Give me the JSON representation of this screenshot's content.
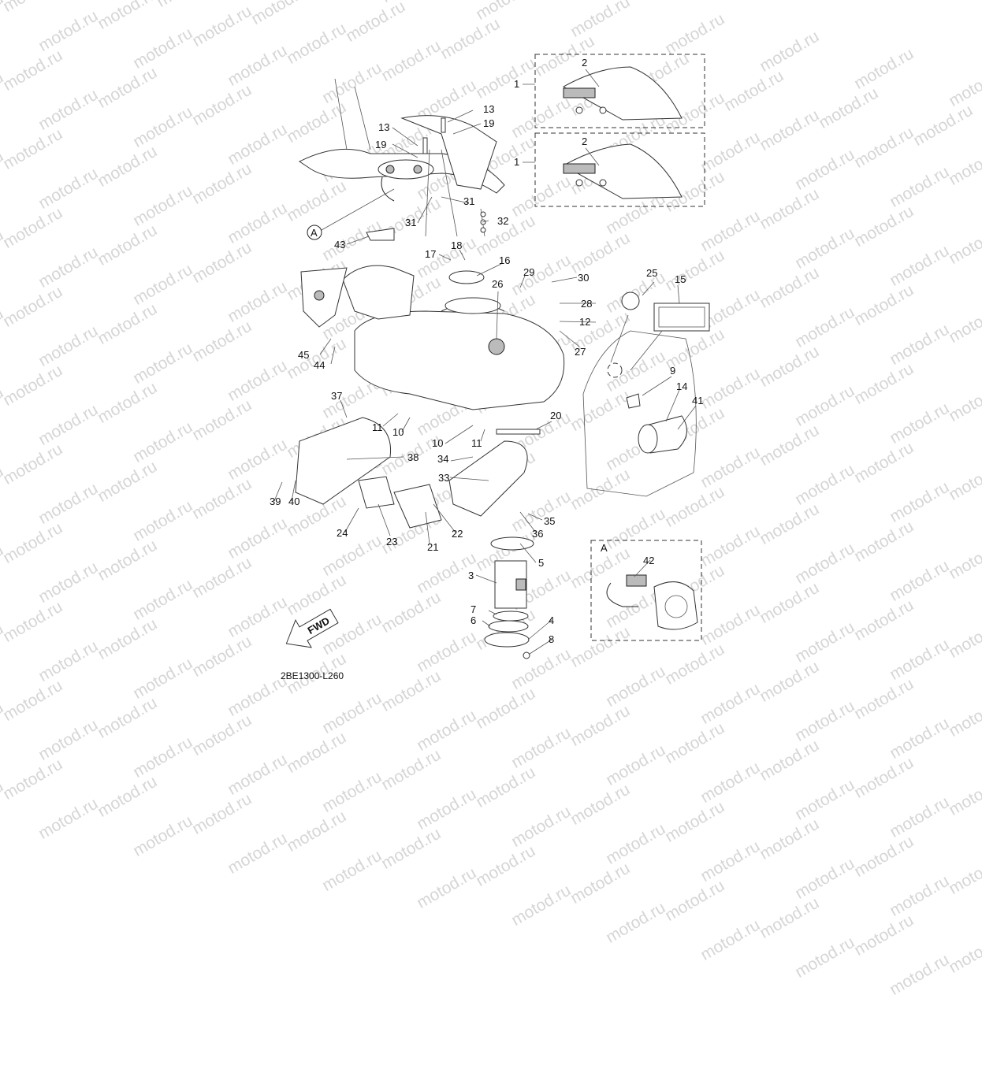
{
  "watermark": "motod.ru",
  "diagram_code": "2BE1300-L260",
  "detail_label": "A",
  "fwd_label": "FWD",
  "callouts": [
    "1",
    "2",
    "3",
    "4",
    "5",
    "6",
    "7",
    "8",
    "9",
    "10",
    "11",
    "12",
    "13",
    "14",
    "15",
    "16",
    "17",
    "18",
    "19",
    "20",
    "21",
    "22",
    "23",
    "24",
    "25",
    "26",
    "27",
    "28",
    "29",
    "30",
    "31",
    "32",
    "33",
    "34",
    "35",
    "36",
    "37",
    "38",
    "39",
    "40",
    "41",
    "42",
    "43",
    "44",
    "45"
  ]
}
